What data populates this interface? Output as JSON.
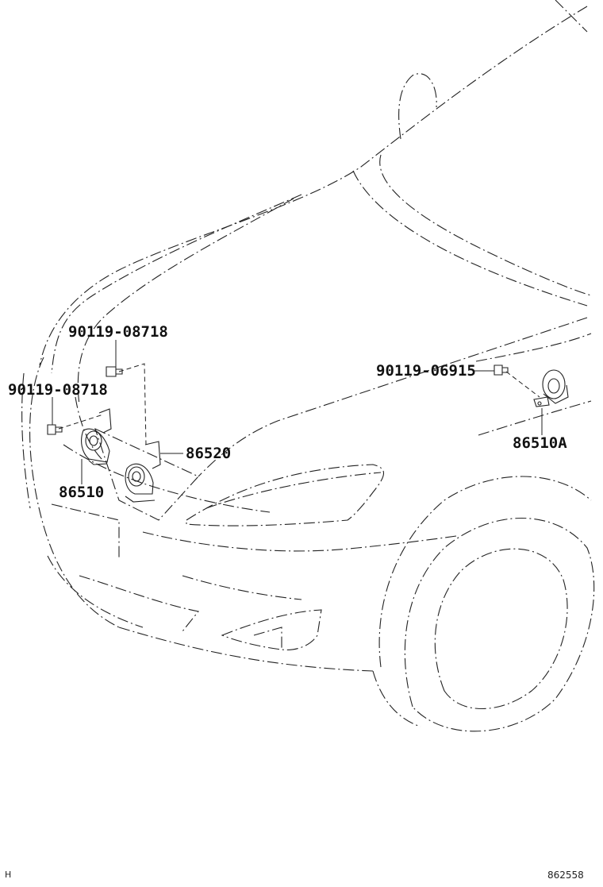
{
  "parts": {
    "bolt_upper_left": "90119-08718",
    "bolt_left": "90119-08718",
    "bolt_right": "90119-06915",
    "horn_low": "86510",
    "horn_high": "86520",
    "horn_alt": "86510A"
  },
  "footer": {
    "left_code": "H",
    "illustration_number": "862558"
  }
}
